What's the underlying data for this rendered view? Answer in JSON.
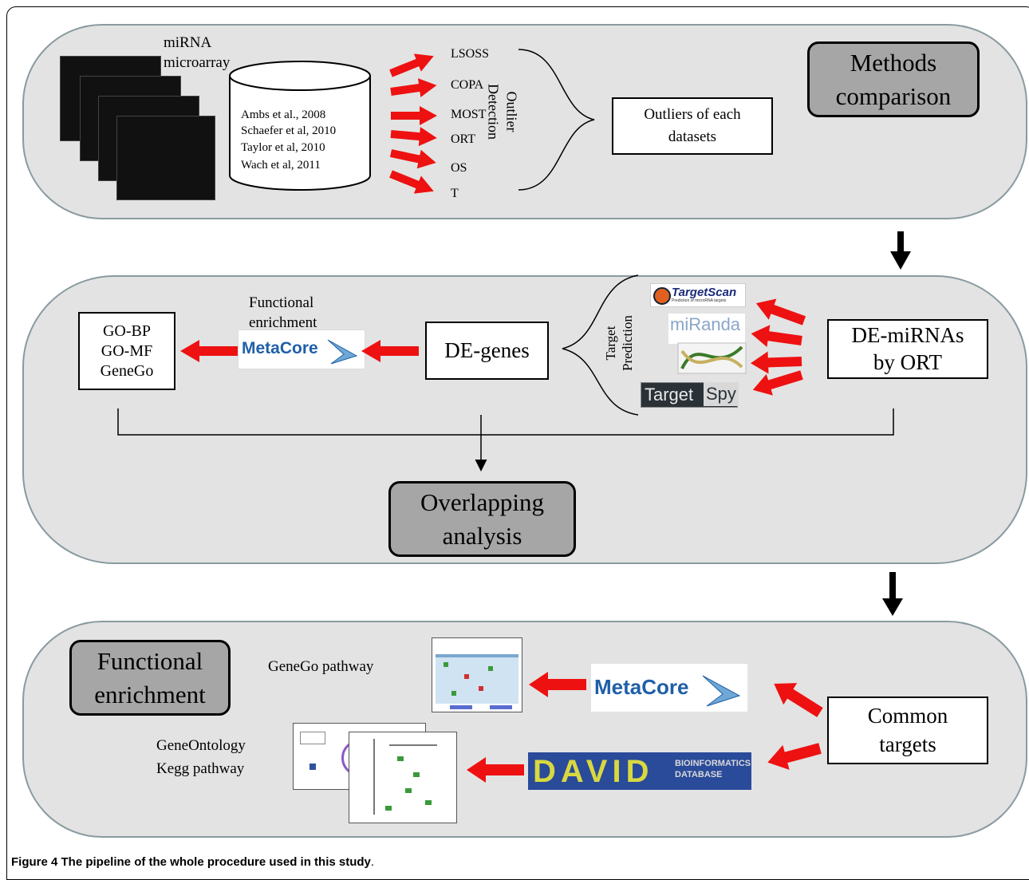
{
  "caption": {
    "bold": "Figure 4 The pipeline of the whole procedure used in this study",
    "end": "."
  },
  "panel1": {
    "microarray_label": "miRNA\nmicroarray",
    "datasets": [
      "Ambs et al., 2008",
      "Schaefer et al, 2010",
      "Taylor et al, 2010",
      "Wach et al, 2011"
    ],
    "methods": [
      "LSOSS",
      "COPA",
      "MOST",
      "ORT",
      "OS",
      "T"
    ],
    "outlier_label": "Outlier\nDetection",
    "outliers_box": "Outliers  of each\ndatasets",
    "title_box": "Methods\ncomparison"
  },
  "panel2": {
    "go_box": "GO-BP\nGO-MF\nGeneGo",
    "functional_label": "Functional\nenrichment",
    "metacore_logo": "MetaCore",
    "de_genes_box": "DE-genes",
    "target_pred_label": "Target\nPrediction",
    "tools": [
      "TargetScan",
      "miRanda",
      "Target Spy"
    ],
    "targetscan_sub": "Prediction of microRNA targets",
    "targetspy_parts": [
      "Target",
      "Spy"
    ],
    "de_mirnas_box": "DE-miRNAs\nby ORT",
    "overlap_box": "Overlapping\nanalysis"
  },
  "panel3": {
    "title_box": "Functional\nenrichment",
    "genego_label": "GeneGo  pathway",
    "geneontology_label": "GeneOntology\nKegg pathway",
    "metacore_logo": "MetaCore",
    "david_logo": "DAVID",
    "david_sub": "BIOINFORMATICS\nDATABASE",
    "common_box": "Common\ntargets"
  },
  "colors": {
    "panel": "#e3e3e3",
    "arrow_red": "#ee1111",
    "metacore_blue": "#1f5fa8",
    "gray_box": "#a6a6a6"
  }
}
